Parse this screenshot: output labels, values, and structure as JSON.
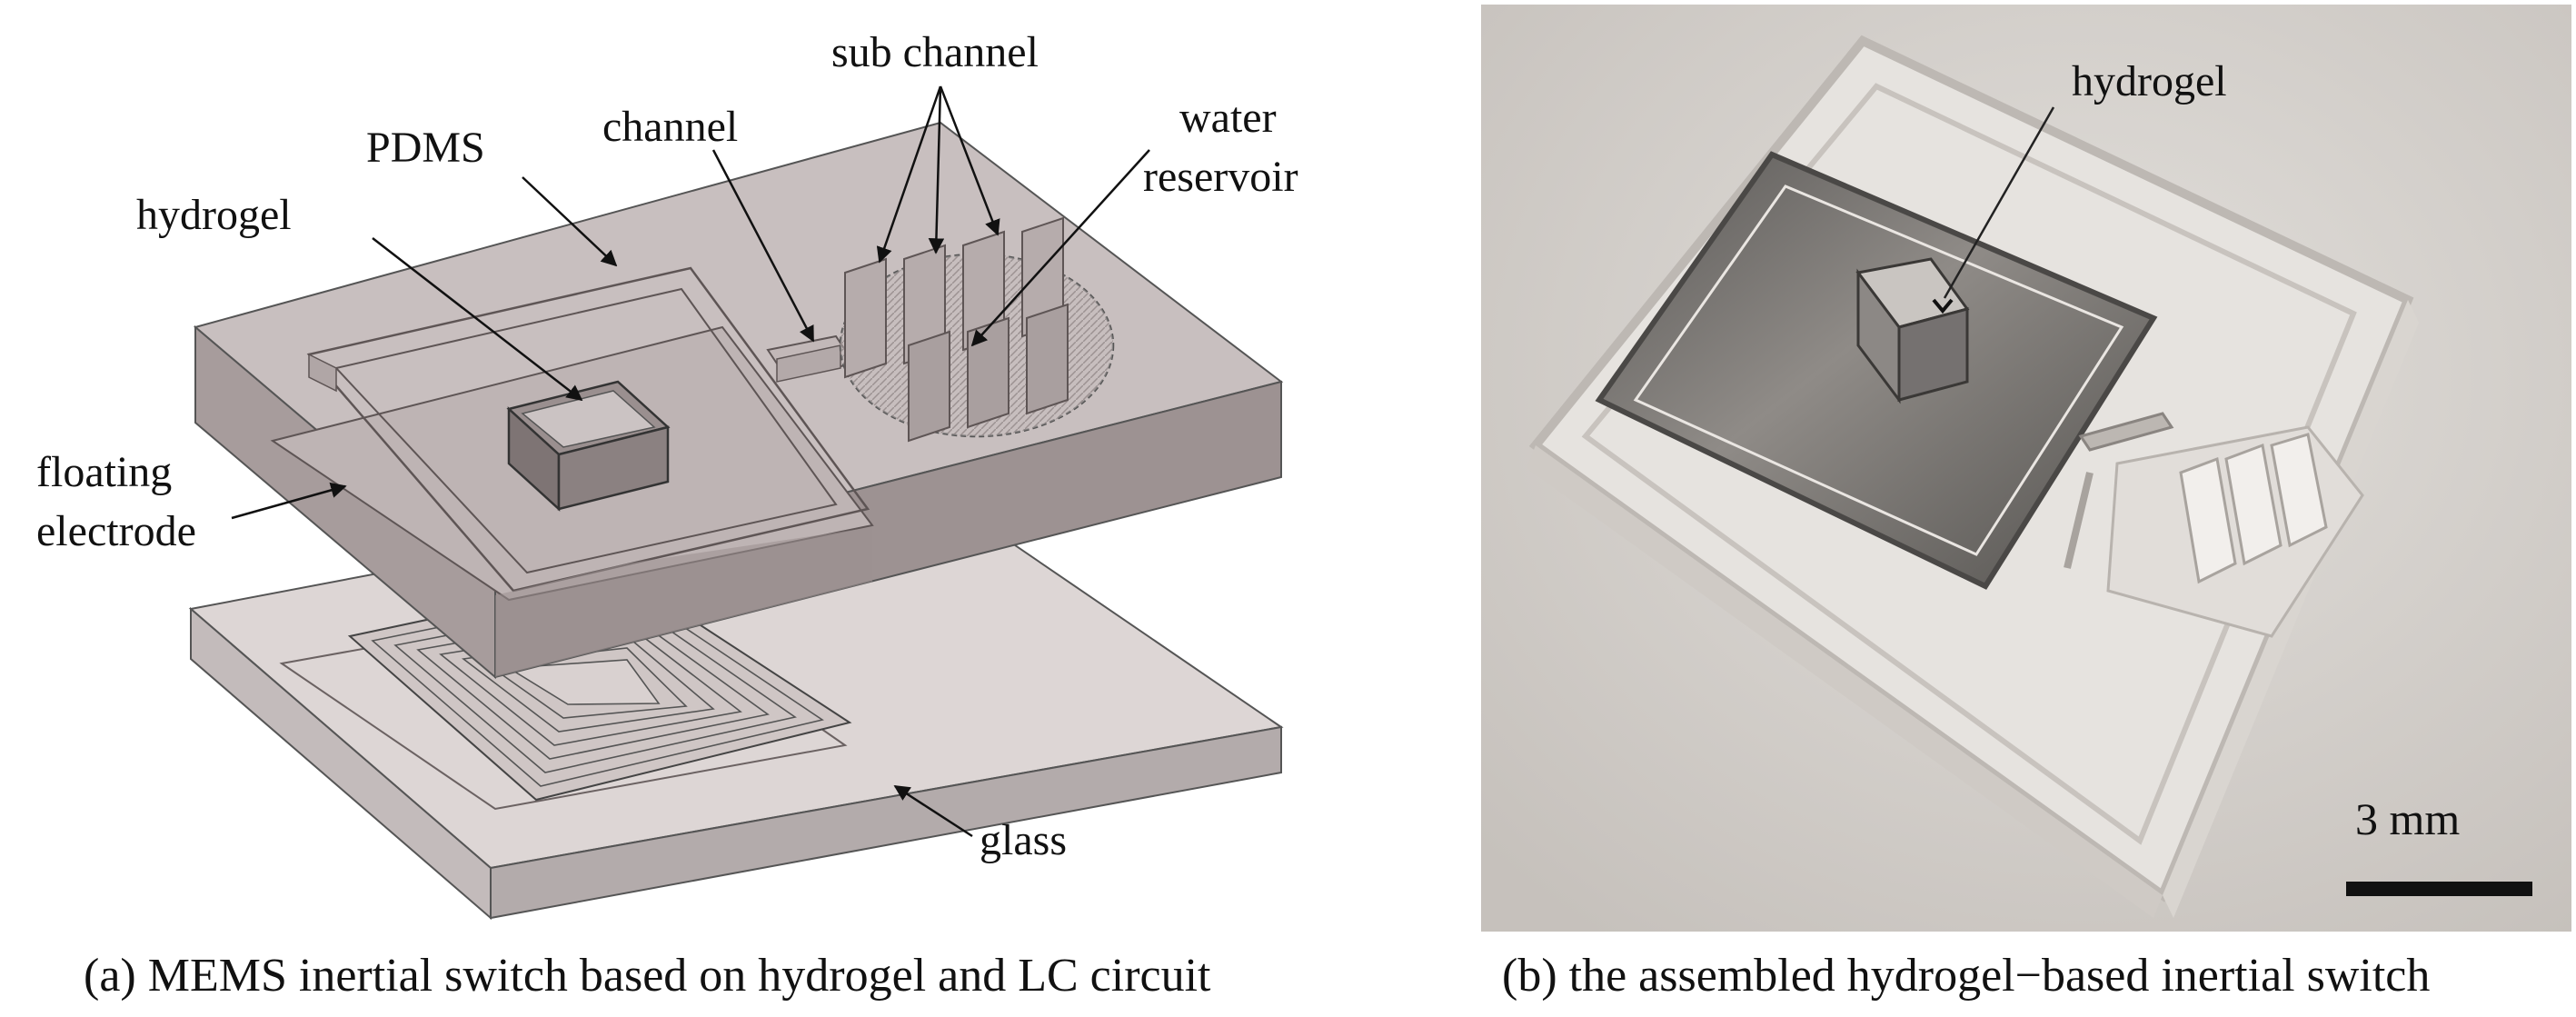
{
  "panel_a": {
    "labels": {
      "sub_channel": "sub channel",
      "channel": "channel",
      "pdms": "PDMS",
      "water": "water",
      "reservoir": "reservoir",
      "hydrogel": "hydrogel",
      "floating": "floating",
      "electrode": "electrode",
      "glass": "glass"
    },
    "caption": "(a) MEMS inertial switch based on hydrogel and LC circuit"
  },
  "panel_b": {
    "labels": {
      "hydrogel": "hydrogel",
      "scale_bar": "3 mm"
    },
    "caption": "(b) the assembled hydrogel−based inertial switch"
  },
  "colors": {
    "pdms_top": "#c8bfbf",
    "pdms_side": "#9d9292",
    "glass_top": "#ddd6d5",
    "glass_side": "#b3abab",
    "photo_bg": "#d4d0cc",
    "device_dark": "#6f6c69"
  }
}
